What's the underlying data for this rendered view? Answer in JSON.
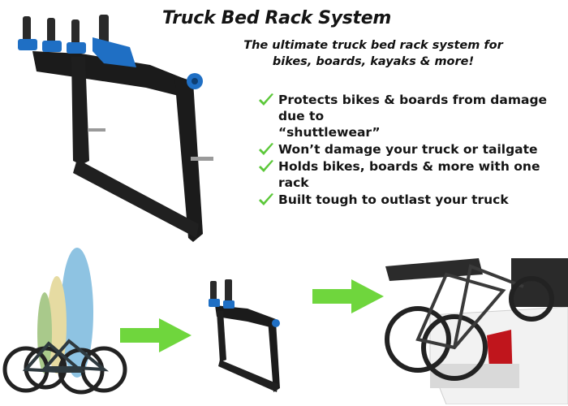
{
  "header": {
    "title": "Truck Bed Rack System",
    "subtitle_line1": "The ultimate truck bed rack system for",
    "subtitle_line2": "bikes, boards, kayaks & more!"
  },
  "features": [
    {
      "line1": "Protects bikes & boards from damage due to",
      "line2": "“shuttlewear”"
    },
    {
      "line1": "Won’t damage your truck or tailgate",
      "line2": ""
    },
    {
      "line1": "Holds bikes, boards & more with one rack",
      "line2": ""
    },
    {
      "line1": "Built tough to outlast your truck",
      "line2": ""
    }
  ],
  "colors": {
    "check_green": "#5cc83a",
    "arrow_green": "#6fd63d",
    "rack_black": "#1b1b1b",
    "rack_blue": "#1f6fc4",
    "truck_white": "#f2f2f2",
    "taillight_red": "#c0151c"
  },
  "icons": [
    "check-icon",
    "right-arrow-icon"
  ]
}
